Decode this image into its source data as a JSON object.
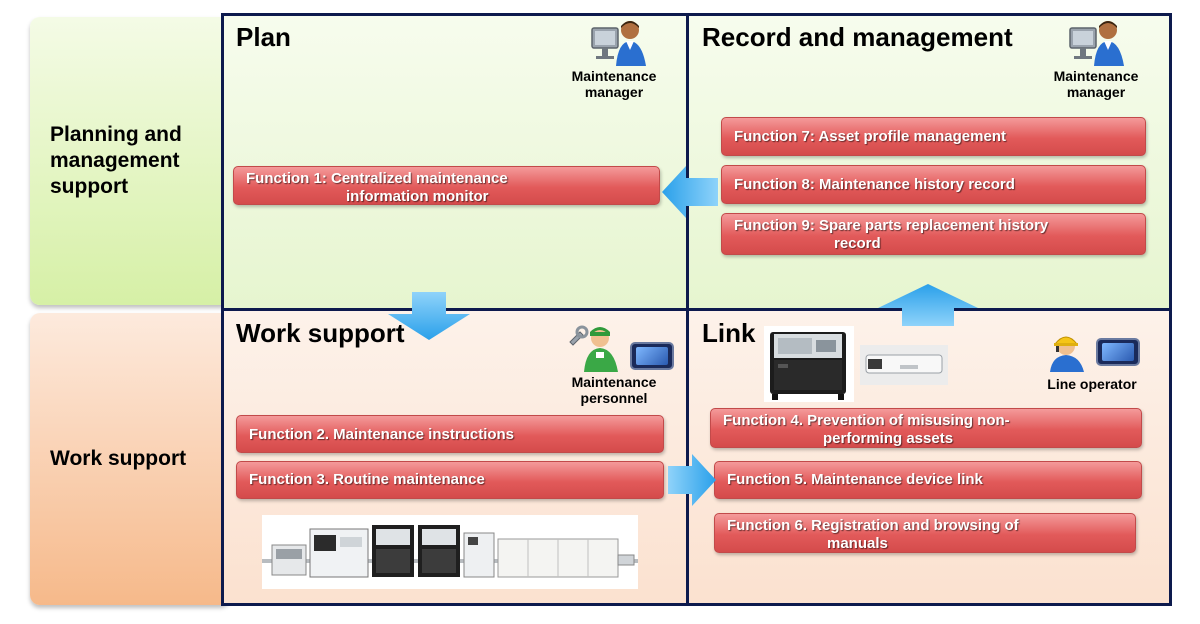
{
  "side_labels": {
    "top": "Planning and management support",
    "bottom": "Work support"
  },
  "quadrants": {
    "plan": {
      "title": "Plan",
      "role": [
        "Maintenance",
        "manager"
      ],
      "functions": [
        [
          "Function 1: Centralized maintenance",
          "information monitor"
        ]
      ]
    },
    "record": {
      "title": "Record and management",
      "role": [
        "Maintenance",
        "manager"
      ],
      "functions": [
        [
          "Function 7: Asset profile management"
        ],
        [
          "Function 8: Maintenance history record"
        ],
        [
          "Function 9: Spare parts replacement history",
          "record"
        ]
      ]
    },
    "work": {
      "title": "Work support",
      "role": [
        "Maintenance",
        "personnel"
      ],
      "functions": [
        [
          "Function 2. Maintenance instructions"
        ],
        [
          "Function 3. Routine maintenance"
        ]
      ]
    },
    "link": {
      "title": "Link",
      "role": [
        "Line operator"
      ],
      "functions": [
        [
          "Function 4. Prevention of misusing non-",
          "performing assets"
        ],
        [
          "Function 5. Maintenance device link"
        ],
        [
          "Function 6. Registration and browsing of",
          "manuals"
        ]
      ]
    }
  },
  "colors": {
    "frame": "#0d1a4d",
    "function_box": "#e25a5a",
    "arrow": "#49b3f0",
    "planning_band": "#d6f0a6",
    "work_band": "#f6b98a"
  },
  "icons": {
    "manager": "person-at-computer-icon",
    "personnel": "mechanic-with-wrench-icon",
    "operator": "operator-with-hardhat-icon",
    "tablet": "tablet-icon",
    "production_line": "smt-production-line-image",
    "maintenance_device": "maintenance-device-image",
    "scanner": "handheld-scanner-image"
  }
}
